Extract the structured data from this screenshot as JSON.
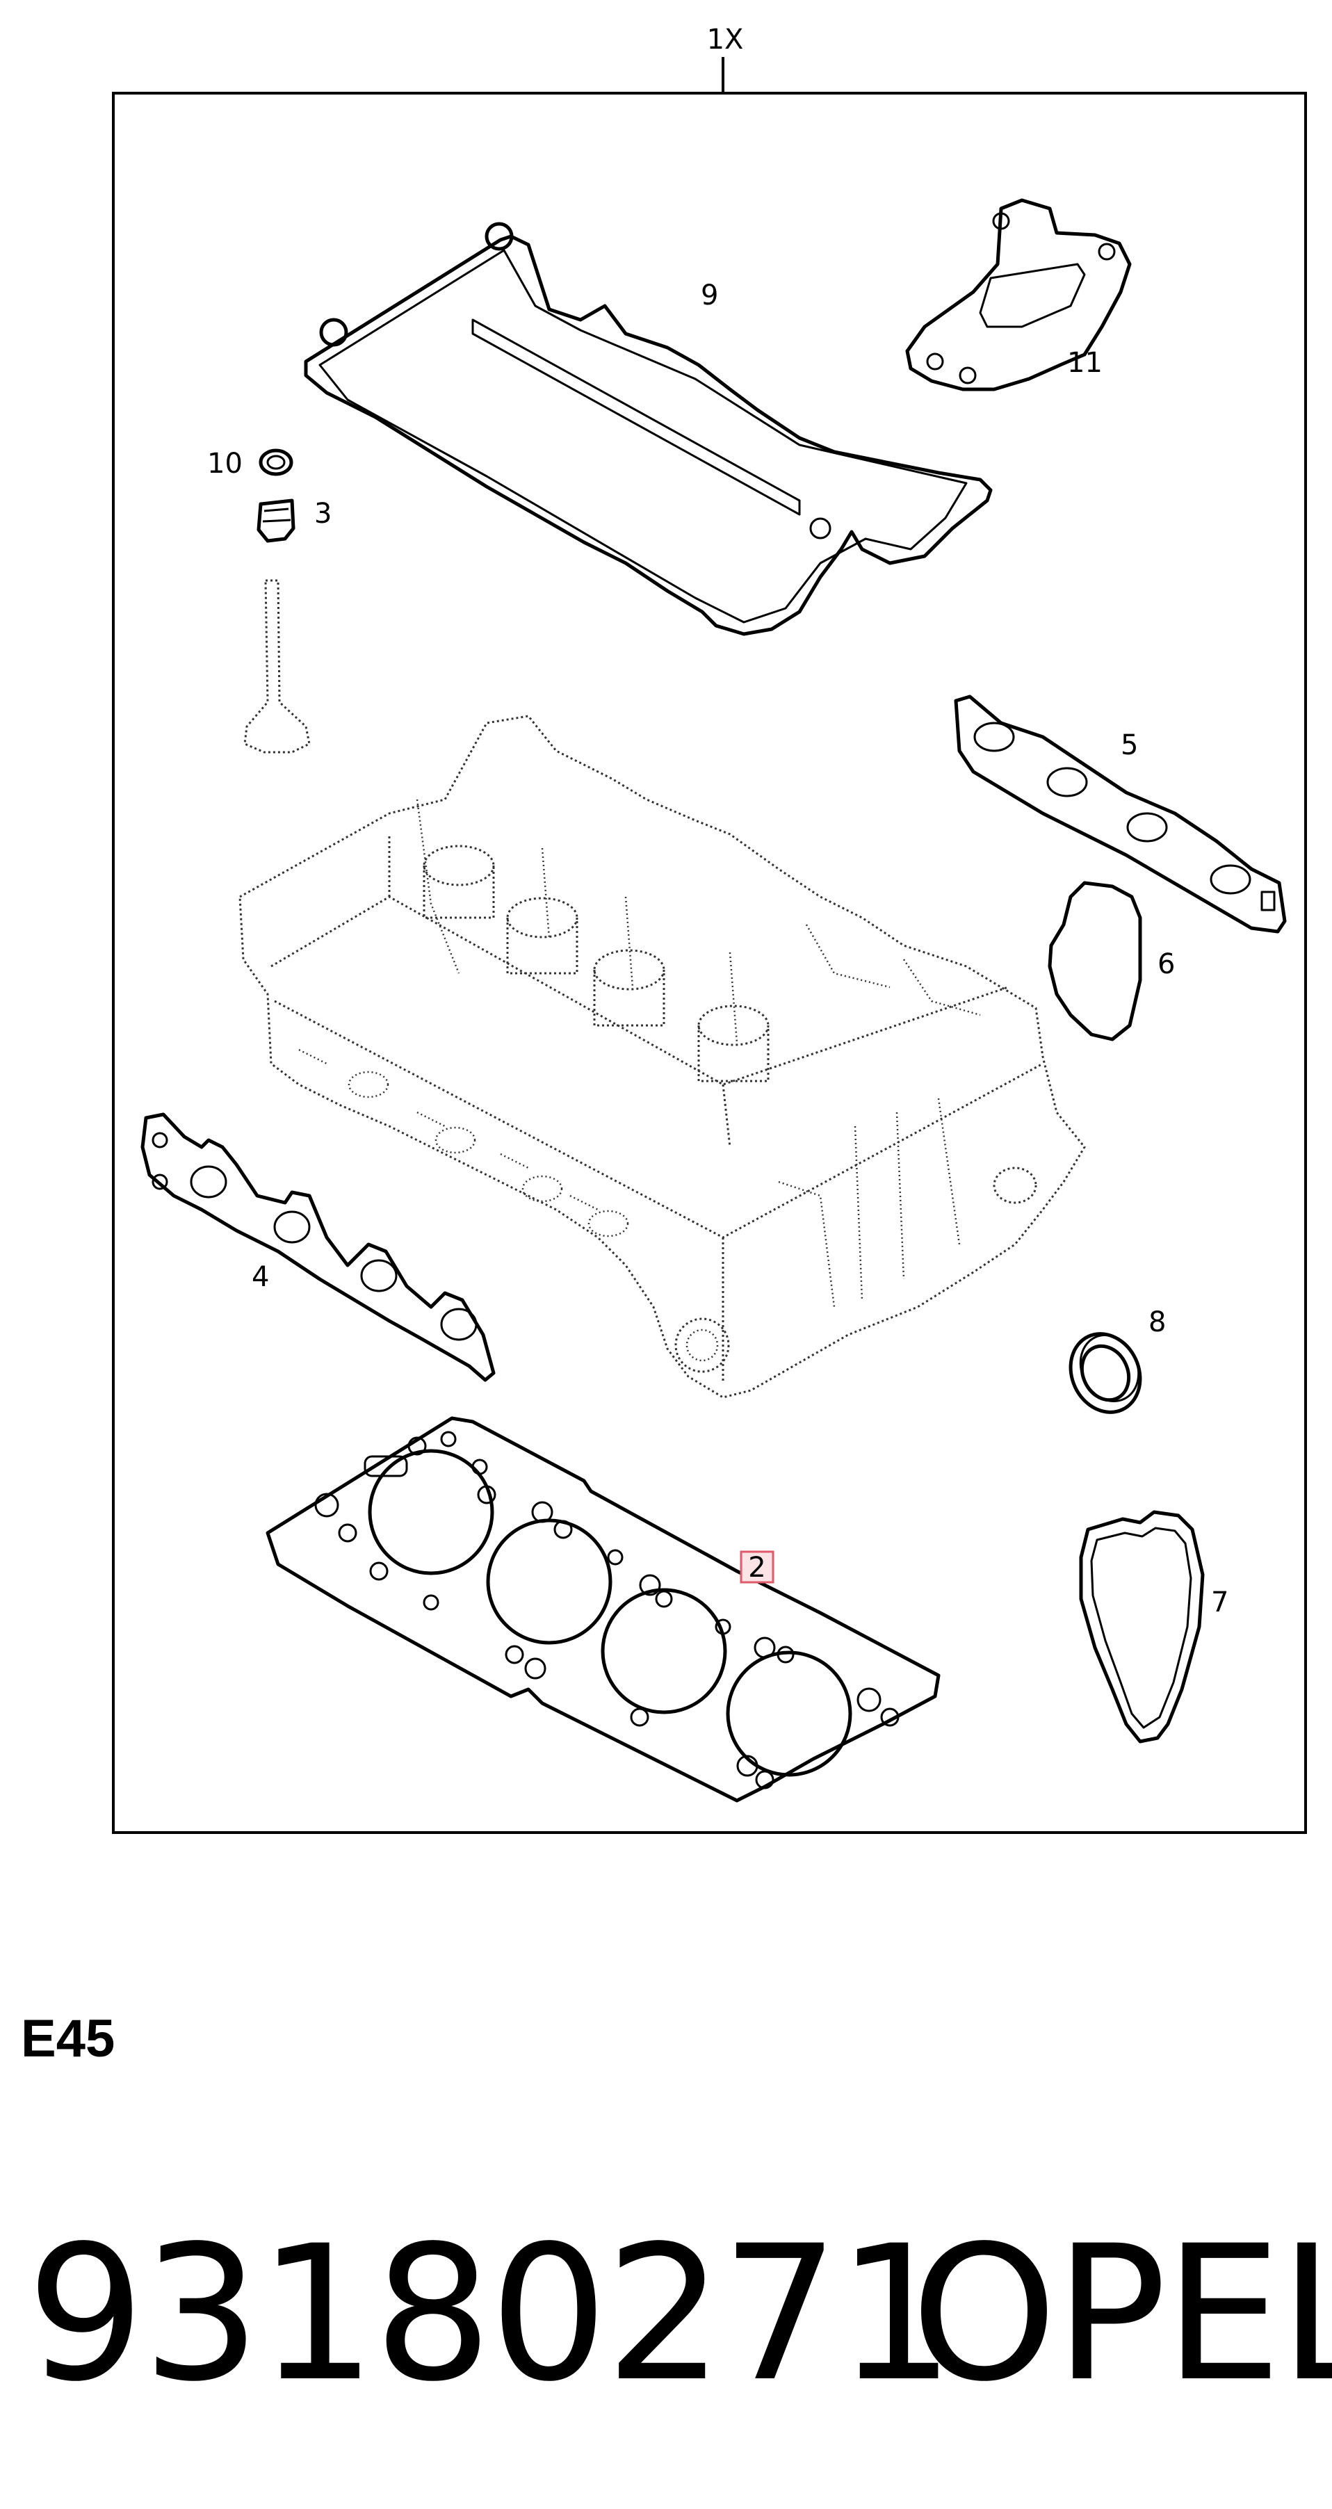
{
  "diagram": {
    "set_label": "1X",
    "callouts": {
      "head_gasket": "2",
      "valve_seal": "3",
      "exhaust_manifold_gasket": "4",
      "intake_manifold_gasket": "5",
      "flange_gasket": "6",
      "thermostat_gasket": "7",
      "oil_seal": "8",
      "valve_cover_gasket": "9",
      "o_ring": "10",
      "egr_gasket": "11"
    },
    "highlight_color": "#e05a6a"
  },
  "footer": {
    "section_code": "E45",
    "part_number": "93180271",
    "brand": "OPEL"
  }
}
